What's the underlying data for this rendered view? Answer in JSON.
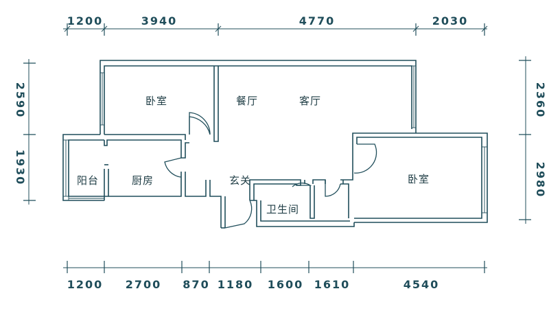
{
  "dimensions": {
    "top": [
      "1200",
      "3940",
      "4770",
      "2030"
    ],
    "bottom": [
      "1200",
      "2700",
      "870",
      "1180",
      "1600",
      "1610",
      "4540"
    ],
    "left": [
      "2590",
      "1930"
    ],
    "right": [
      "2360",
      "2980"
    ]
  },
  "rooms": {
    "bedroom_left": "卧室",
    "dining": "餐厅",
    "living": "客厅",
    "balcony": "阳台",
    "kitchen": "厨房",
    "entrance": "玄关",
    "bathroom": "卫生间",
    "bedroom_right": "卧室"
  },
  "colors": {
    "line": "#1f4d5a",
    "text": "#1f3d45"
  }
}
